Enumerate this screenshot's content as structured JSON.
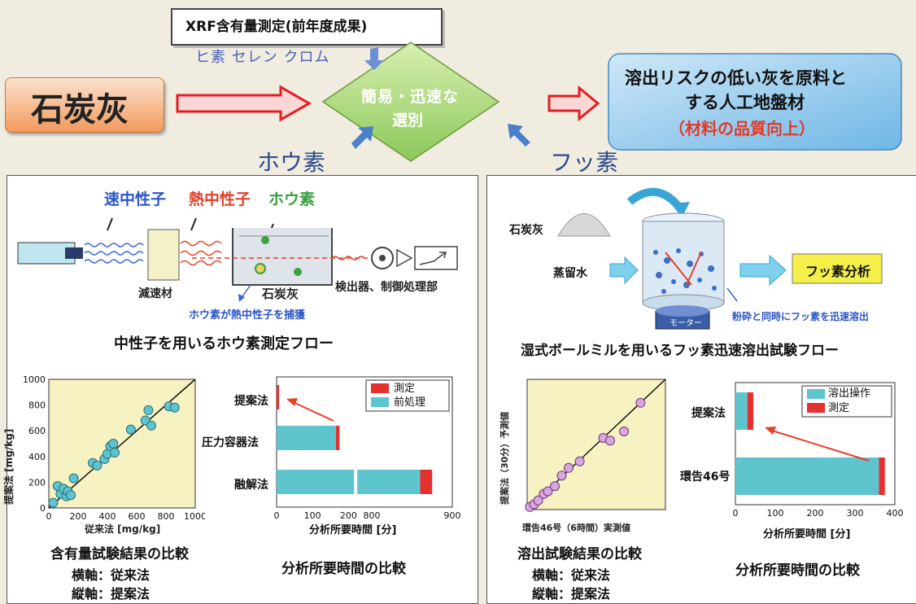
{
  "top": {
    "xrf_box": "XRF含有量測定(前年度成果)",
    "elements_note": "ヒ素 セレン クロム",
    "coal_ash": "石炭灰",
    "diamond_line1": "簡易・迅速な",
    "diamond_line2": "選別",
    "result_line1": "溶出リスクの低い灰を原料と",
    "result_line2": "する人工地盤材",
    "result_line3": "（材料の品質向上）",
    "boron": "ホウ素",
    "fluorine": "フッ素"
  },
  "left": {
    "legend_fast": "速中性子",
    "legend_thermal": "熱中性子",
    "legend_boron": "ホウ素",
    "moderator": "減速材",
    "coal_ash": "石炭灰",
    "detector": "検出器、制御処理部",
    "capture_note": "ホウ素が熱中性子を捕獲",
    "flow_title": "中性子を用いるホウ素測定フロー",
    "scatter": {
      "ylabel": "提案法 [mg/kg]",
      "xlabel": "従来法 [mg/kg]",
      "xticks": [
        "0",
        "200",
        "400",
        "600",
        "800",
        "1000"
      ],
      "yticks": [
        "0",
        "200",
        "400",
        "600",
        "800",
        "1000"
      ]
    },
    "scatter_caption1": "含有量試験結果の比較",
    "scatter_caption2": "横軸：従来法",
    "scatter_caption3": "縦軸：提案法",
    "bar": {
      "categories": [
        "提案法",
        "圧力容器法",
        "融解法"
      ],
      "legend_measure": "測定",
      "legend_pre": "前処理",
      "xticks": [
        "0",
        "100",
        "200",
        "800",
        "900"
      ],
      "xlabel": "分析所要時間 [分]"
    },
    "bar_caption": "分析所要時間の比較"
  },
  "right": {
    "coal_ash": "石炭灰",
    "water": "蒸留水",
    "motor": "モーター",
    "fluorine_analysis": "フッ素分析",
    "grind_note": "粉砕と同時にフッ素を迅速溶出",
    "flow_title": "湿式ボールミルを用いるフッ素迅速溶出試験フロー",
    "scatter": {
      "ylabel": "提案法（30分）予測値",
      "xlabel": "環告46号（6時間）実測値"
    },
    "scatter_caption1": "溶出試験結果の比較",
    "scatter_caption2": "横軸：従来法",
    "scatter_caption3": "縦軸：提案法",
    "bar": {
      "categories": [
        "提案法",
        "環告46号"
      ],
      "legend_dissolve": "溶出操作",
      "legend_measure": "測定",
      "xticks": [
        "0",
        "100",
        "200",
        "300",
        "400"
      ],
      "xlabel": "分析所要時間 [分]"
    },
    "bar_caption": "分析所要時間の比較"
  },
  "chart_data": [
    {
      "type": "scatter",
      "xlabel": "従来法 [mg/kg]",
      "ylabel": "提案法 [mg/kg]",
      "xlim": [
        0,
        1000
      ],
      "ylim": [
        0,
        1000
      ],
      "points": [
        [
          30,
          40
        ],
        [
          60,
          170
        ],
        [
          80,
          110
        ],
        [
          100,
          150
        ],
        [
          120,
          90
        ],
        [
          130,
          130
        ],
        [
          150,
          100
        ],
        [
          170,
          230
        ],
        [
          300,
          350
        ],
        [
          330,
          330
        ],
        [
          380,
          380
        ],
        [
          400,
          420
        ],
        [
          420,
          480
        ],
        [
          440,
          500
        ],
        [
          450,
          430
        ],
        [
          560,
          610
        ],
        [
          660,
          680
        ],
        [
          680,
          760
        ],
        [
          700,
          640
        ],
        [
          820,
          790
        ],
        [
          860,
          780
        ]
      ]
    },
    {
      "type": "bar",
      "orientation": "horizontal-stacked",
      "categories": [
        "提案法",
        "圧力容器法",
        "融解法"
      ],
      "series": [
        {
          "name": "前処理",
          "values": [
            0,
            165,
            860
          ]
        },
        {
          "name": "測定",
          "values": [
            5,
            10,
            15
          ]
        }
      ]
    },
    {
      "type": "scatter",
      "points": [
        [
          0.02,
          0.02
        ],
        [
          0.05,
          0.04
        ],
        [
          0.08,
          0.07
        ],
        [
          0.12,
          0.12
        ],
        [
          0.15,
          0.14
        ],
        [
          0.2,
          0.18
        ],
        [
          0.25,
          0.26
        ],
        [
          0.3,
          0.32
        ],
        [
          0.38,
          0.37
        ],
        [
          0.55,
          0.55
        ],
        [
          0.6,
          0.53
        ],
        [
          0.7,
          0.6
        ],
        [
          0.82,
          0.82
        ]
      ]
    },
    {
      "type": "bar",
      "orientation": "horizontal-stacked",
      "categories": [
        "提案法",
        "環告46号"
      ],
      "series": [
        {
          "name": "溶出操作",
          "values": [
            30,
            360
          ]
        },
        {
          "name": "測定",
          "values": [
            15,
            15
          ]
        }
      ]
    }
  ]
}
